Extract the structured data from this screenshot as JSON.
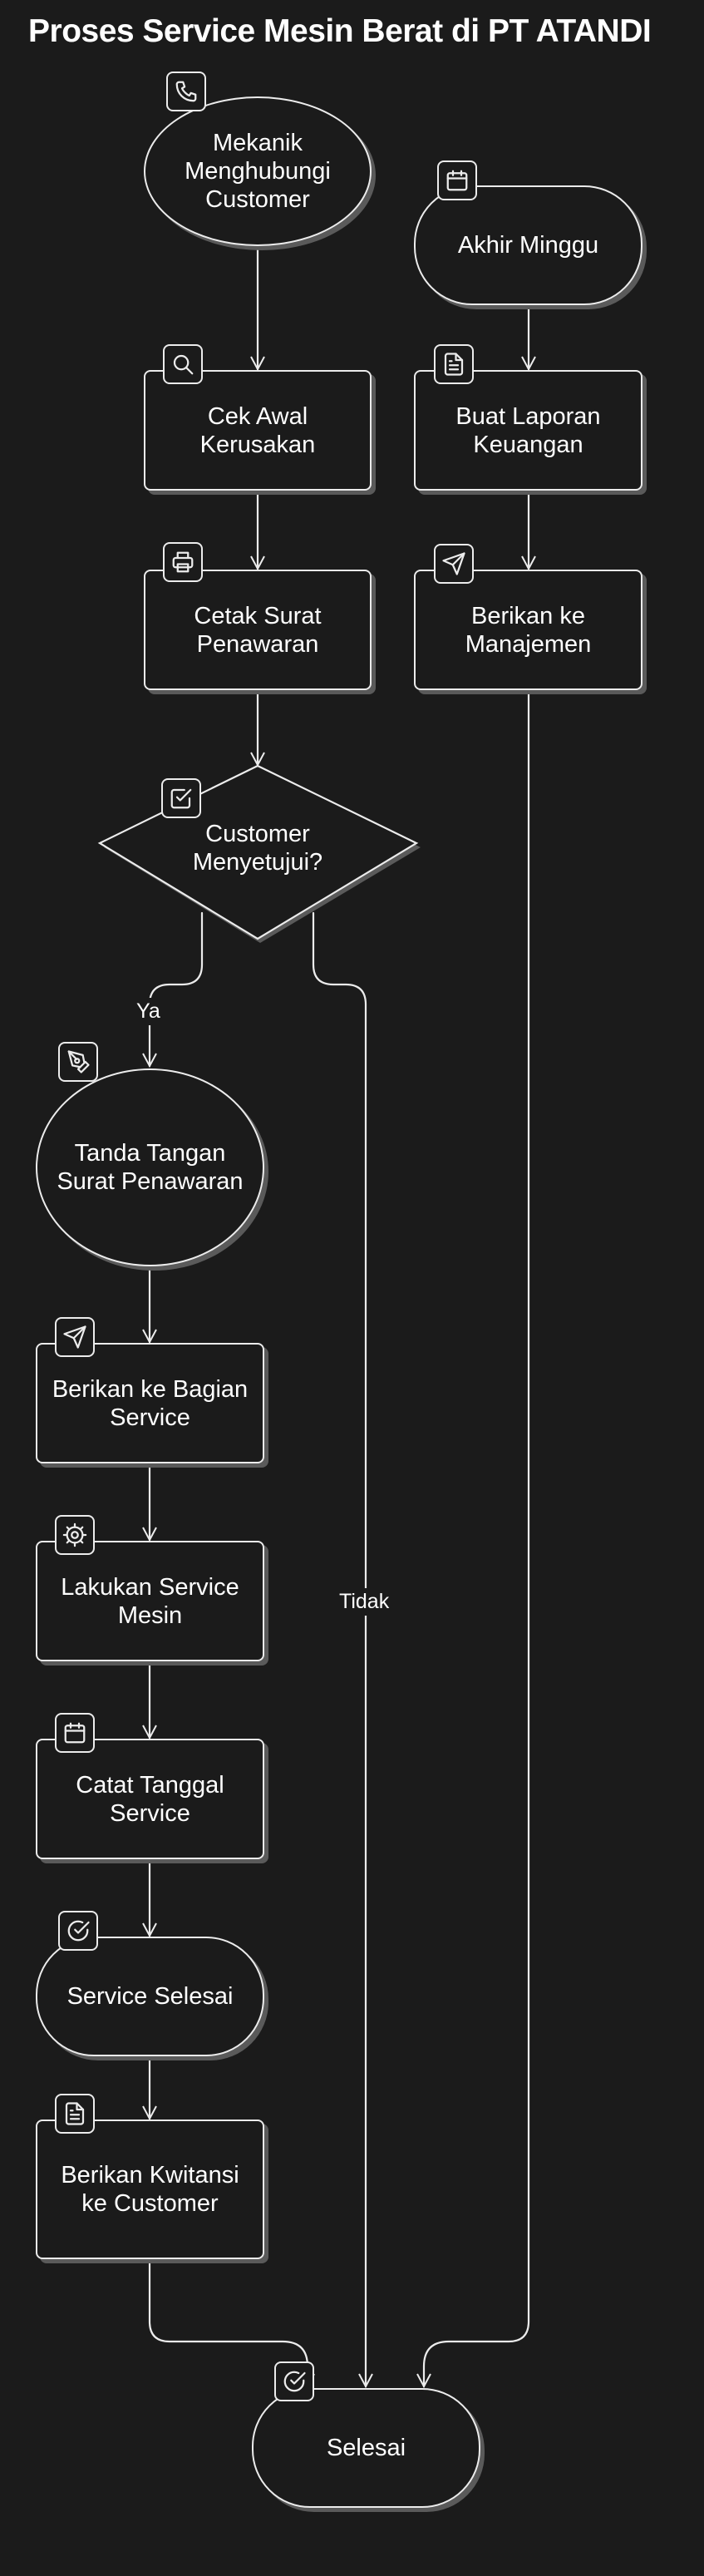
{
  "title": "Proses Service Mesin Berat di PT ATANDI",
  "colors": {
    "background": "#1b1b1b",
    "stroke": "#ececec",
    "shadow": "#5a5a5a",
    "text": "#ffffff"
  },
  "nodes": {
    "mekanik": {
      "label": "Mekanik Menghubungi Customer",
      "icon": "phone-icon"
    },
    "cek_awal": {
      "label": "Cek Awal Kerusakan",
      "icon": "search-icon"
    },
    "cetak": {
      "label": "Cetak Surat Penawaran",
      "icon": "printer-icon"
    },
    "setuju": {
      "label": "Customer Menyetujui?",
      "icon": "checkbox-icon"
    },
    "tanda": {
      "label": "Tanda Tangan Surat Penawaran",
      "icon": "pen-icon"
    },
    "berikan_service": {
      "label": "Berikan ke Bagian Service",
      "icon": "send-icon"
    },
    "lakukan": {
      "label": "Lakukan Service Mesin",
      "icon": "gear-icon"
    },
    "catat": {
      "label": "Catat Tanggal Service",
      "icon": "calendar-icon"
    },
    "service_selesai": {
      "label": "Service Selesai",
      "icon": "check-circle-icon"
    },
    "kwitansi": {
      "label": "Berikan Kwitansi ke Customer",
      "icon": "document-icon"
    },
    "akhir": {
      "label": "Akhir Minggu",
      "icon": "calendar-icon"
    },
    "laporan": {
      "label": "Buat Laporan Keuangan",
      "icon": "document-icon"
    },
    "manajemen": {
      "label": "Berikan ke Manajemen",
      "icon": "send-icon"
    },
    "selesai": {
      "label": "Selesai",
      "icon": "check-circle-icon"
    }
  },
  "edges": {
    "ya": "Ya",
    "tidak": "Tidak"
  }
}
